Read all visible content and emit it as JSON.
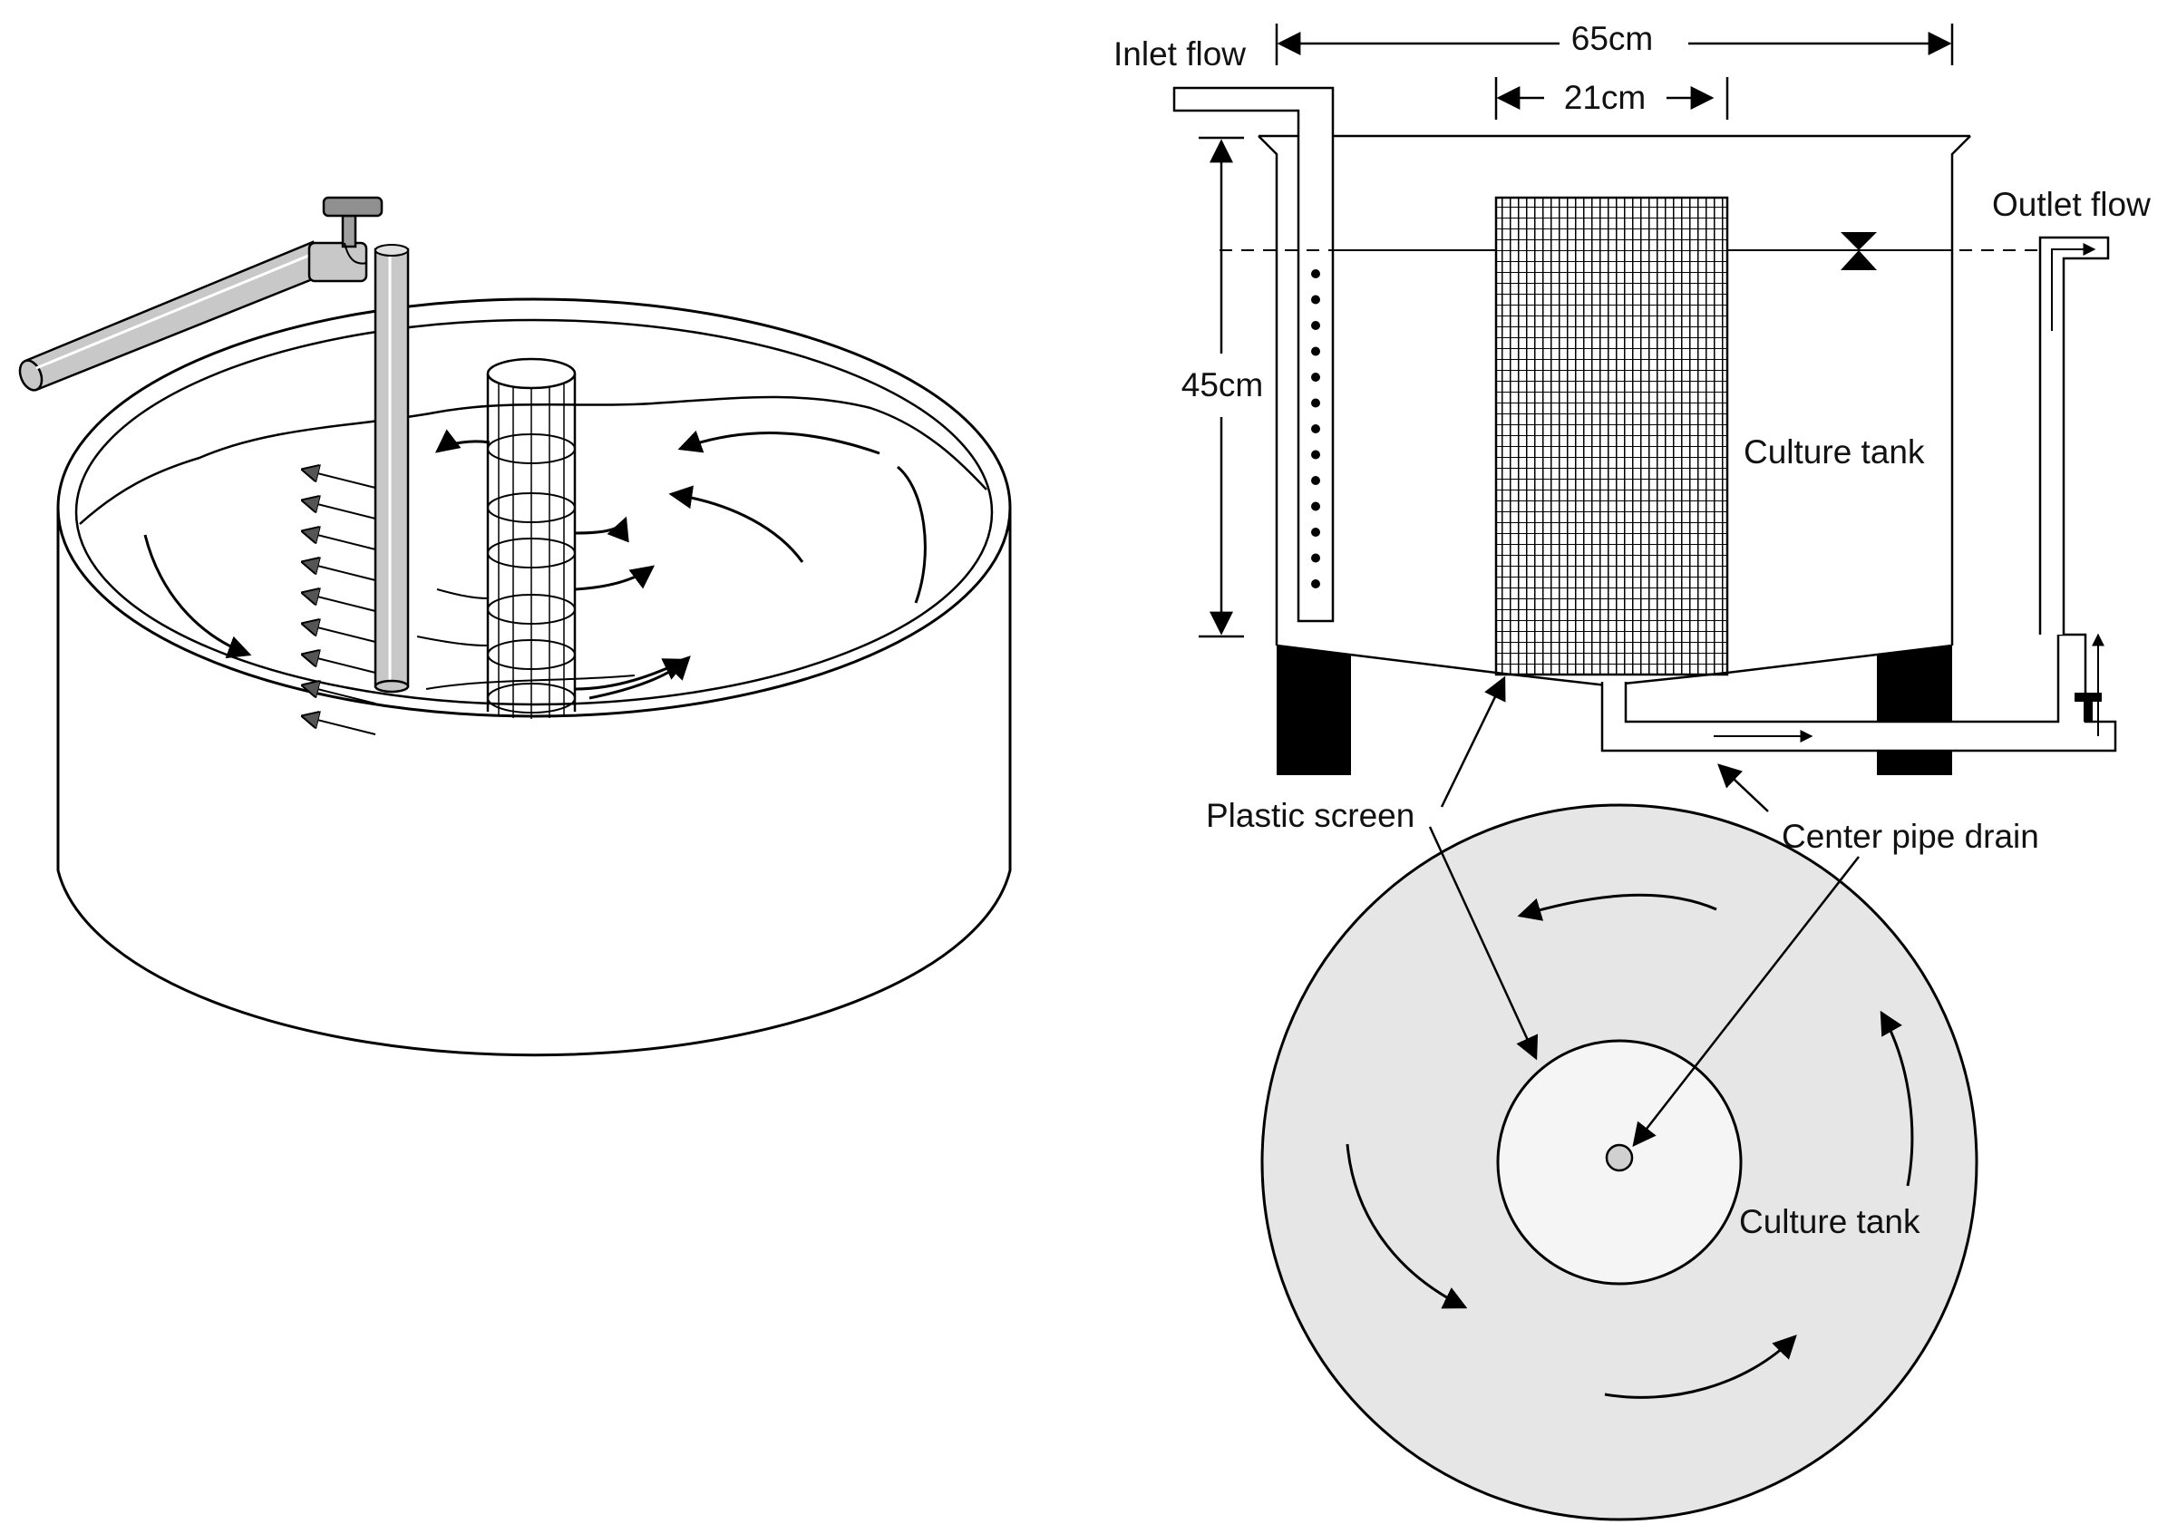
{
  "labels": {
    "inlet_flow": "Inlet flow",
    "width_total": "65cm",
    "width_screen": "21cm",
    "outlet_flow": "Outlet flow",
    "height": "45cm",
    "culture_tank_side": "Culture tank",
    "plastic_screen": "Plastic screen",
    "center_pipe_drain": "Center pipe drain",
    "culture_tank_top": "Culture tank"
  },
  "colors": {
    "line": "#000000",
    "pipe_fill": "#c8c8c8",
    "tank_top_view_fill": "#e6e6e6",
    "screen_area_fill": "#f5f5f5",
    "support_fill": "#000000"
  }
}
